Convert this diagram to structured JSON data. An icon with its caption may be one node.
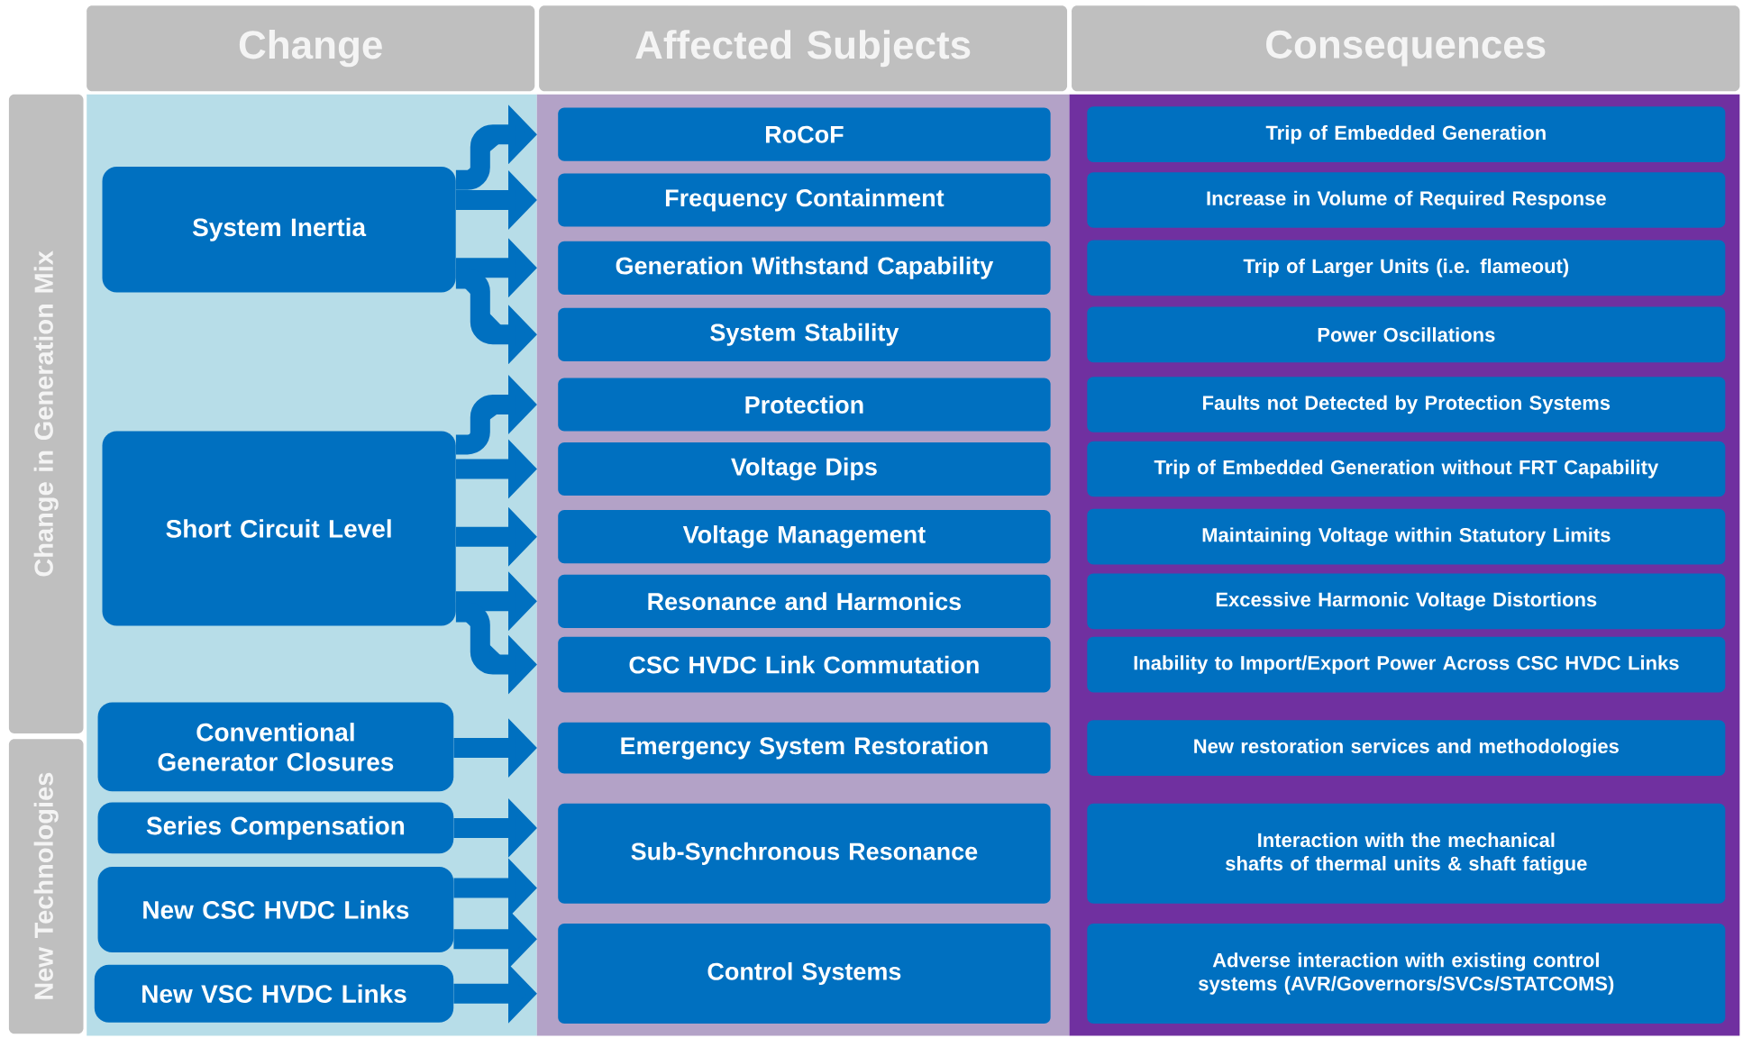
{
  "diagram": {
    "nodes": [
      {
        "text": [
          "Change"
        ]
      },
      {
        "text": [
          "Affected Subjects"
        ]
      },
      {
        "text": [
          "Consequences"
        ]
      },
      {
        "text": [
          "Change in Generation Mix"
        ]
      },
      {
        "text": [
          "New Technologies"
        ]
      },
      {
        "text": [
          "System Inertia"
        ]
      },
      {
        "text": [
          "Short Circuit Level"
        ]
      },
      {
        "text": [
          "Conventional Generator Closures"
        ]
      },
      {
        "text": [
          "Series Compensation"
        ]
      },
      {
        "text": [
          "New CSC HVDC Links"
        ]
      },
      {
        "text": [
          "New VSC HVDC Links"
        ]
      },
      {
        "text": [
          "RoCoF"
        ]
      },
      {
        "text": [
          "Frequency Containment"
        ]
      },
      {
        "text": [
          "Generation Withstand Capability"
        ]
      },
      {
        "text": [
          "System Stability"
        ]
      },
      {
        "text": [
          "Protection"
        ]
      },
      {
        "text": [
          "Voltage Dips"
        ]
      },
      {
        "text": [
          "Voltage Management"
        ]
      },
      {
        "text": [
          "Resonance and Harmonics"
        ]
      },
      {
        "text": [
          "CSC HVDC Link Commutation"
        ]
      },
      {
        "text": [
          "Emergency System Restoration"
        ]
      },
      {
        "text": [
          "Sub-Synchronous Resonance"
        ]
      },
      {
        "text": [
          "Control Systems"
        ]
      },
      {
        "text": [
          "Trip of Embedded Generation"
        ]
      },
      {
        "text": [
          "Increase in Volume of Required Response"
        ]
      },
      {
        "text": [
          "Trip of Larger Units (i.e. flameout)"
        ]
      },
      {
        "text": [
          "Power Oscillations"
        ]
      },
      {
        "text": [
          "Faults not Detected by Protection Systems"
        ]
      },
      {
        "text": [
          "Trip of Embedded Generation without FRT Capability"
        ]
      },
      {
        "text": [
          "Maintaining Voltage within Statutory Limits"
        ]
      },
      {
        "text": [
          "Excessive Harmonic Voltage Distortions"
        ]
      },
      {
        "text": [
          "Inability to Import/Export Power Across CSC HVDC Links"
        ]
      },
      {
        "text": [
          "New restoration services and methodologies"
        ]
      },
      {
        "text": [
          "Interaction with the mechanical shafts of thermal units & shaft fatigue"
        ]
      },
      {
        "text": [
          "Adverse interaction with existing control systems (AVR/Governors/SVCs/STATCOMS)"
        ]
      }
    ],
    "edges": [
      {
        "from": 5,
        "to": 11,
        "arrow": "to"
      },
      {
        "from": 5,
        "to": 12,
        "arrow": "to"
      },
      {
        "from": 5,
        "to": 13,
        "arrow": "to"
      },
      {
        "from": 5,
        "to": 14,
        "arrow": "to"
      },
      {
        "from": 6,
        "to": 15,
        "arrow": "to"
      },
      {
        "from": 6,
        "to": 16,
        "arrow": "to"
      },
      {
        "from": 6,
        "to": 17,
        "arrow": "to"
      },
      {
        "from": 6,
        "to": 18,
        "arrow": "to"
      },
      {
        "from": 6,
        "to": 19,
        "arrow": "to"
      },
      {
        "from": 7,
        "to": 20,
        "arrow": "to"
      },
      {
        "from": 8,
        "to": 21,
        "arrow": "to"
      },
      {
        "from": 9,
        "to": 21,
        "arrow": "to"
      },
      {
        "from": 9,
        "to": 22,
        "arrow": "to"
      },
      {
        "from": 10,
        "to": 22,
        "arrow": "to"
      }
    ]
  }
}
